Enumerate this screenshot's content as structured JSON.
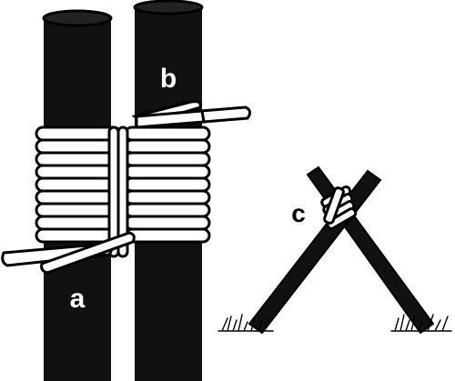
{
  "figure": {
    "labels": {
      "a": "a",
      "b": "b",
      "c": "c"
    },
    "colors": {
      "pole": "#111111",
      "rope_fill": "#ffffff",
      "outline": "#000000",
      "background": "#ffffff"
    },
    "icons": {
      "lashing": "square-lashing-icon",
      "tripod": "shear-lashing-icon",
      "grass": "grass-tuft-icon"
    }
  }
}
